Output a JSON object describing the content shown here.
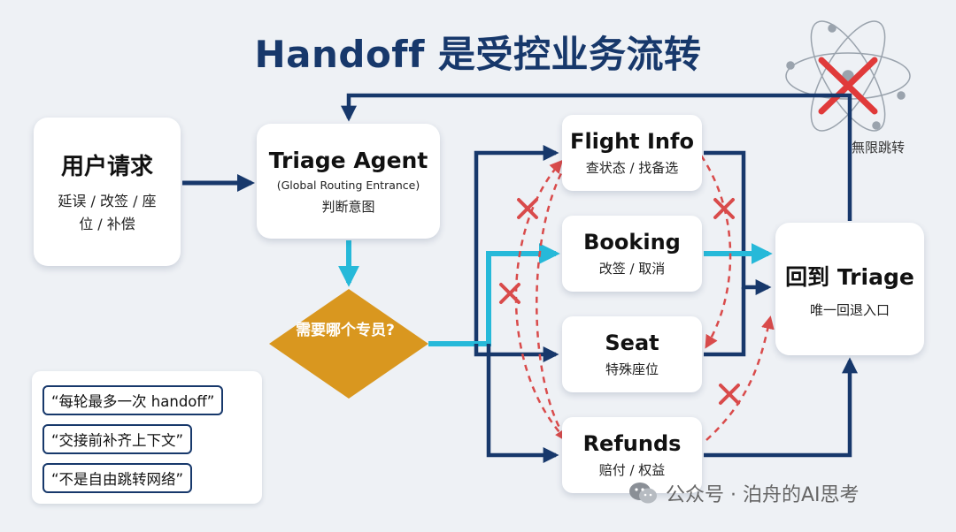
{
  "title": "Handoff 是受控业务流转",
  "user_request": {
    "title": "用户请求",
    "subtitle": "延误 / 改签 / 座位 / 补偿"
  },
  "triage": {
    "title": "Triage Agent",
    "subtitle": "(Global Routing Entrance)",
    "desc": "判断意图"
  },
  "decision": {
    "label": "需要哪个专员?"
  },
  "specialists": [
    {
      "title": "Flight Info",
      "desc": "查状态 / 找备选"
    },
    {
      "title": "Booking",
      "desc": "改签 / 取消"
    },
    {
      "title": "Seat",
      "desc": "特殊座位"
    },
    {
      "title": "Refunds",
      "desc": "赔付 / 权益"
    }
  ],
  "return_node": {
    "title": "回到 Triage",
    "desc": "唯一回退入口"
  },
  "unlimited_label": "無限跳转",
  "rules": [
    "“每轮最多一次 handoff”",
    "“交接前补齐上下文”",
    "“不是自由跳转网络”"
  ],
  "watermark": "公众号 · 泊舟的AI思考",
  "colors": {
    "navy": "#17386b",
    "cyan": "#26b9d9",
    "gold": "#d9971f",
    "red_dashed": "#d94b4b",
    "forbidden_x": "#e03a3a"
  }
}
